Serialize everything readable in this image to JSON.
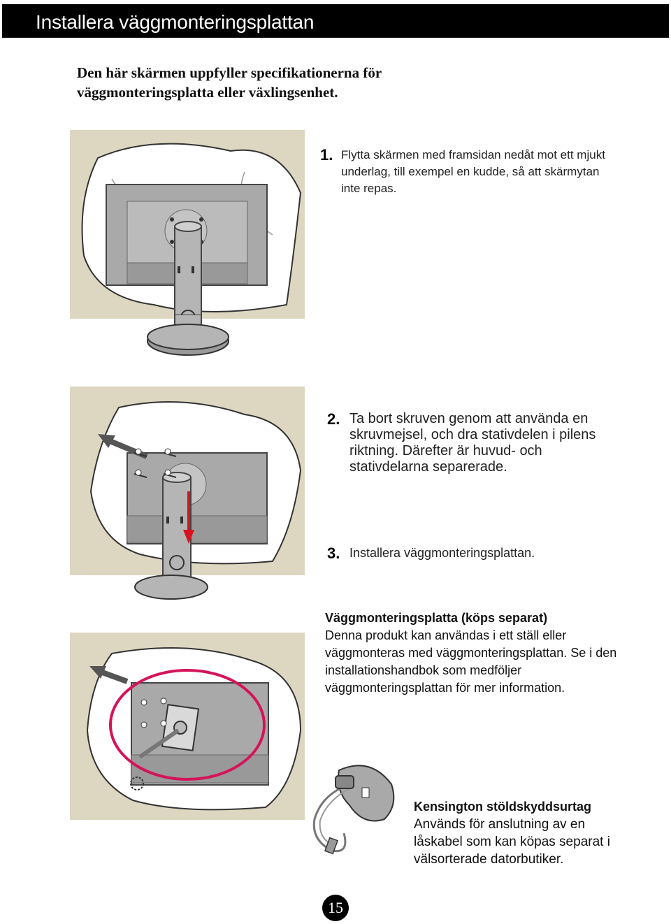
{
  "header": {
    "title": "Installera väggmonteringsplattan"
  },
  "intro": {
    "line1": "Den här skärmen uppfyller specifikationerna för",
    "line2": "väggmonteringsplatta eller växlingsenhet."
  },
  "steps": [
    {
      "number": "1.",
      "text": "Flytta skärmen med framsidan nedåt mot ett mjukt underlag, till exempel en kudde, så att skärmytan inte repas."
    },
    {
      "number": "2.",
      "text": "Ta bort skruven genom att använda en skruvmejsel, och dra stativdelen i pilens riktning. Därefter är huvud- och stativdelarna separerade."
    },
    {
      "number": "3.",
      "text": "Installera väggmonteringsplattan."
    }
  ],
  "wall_mount": {
    "title": "Väggmonteringsplatta (köps separat)",
    "text": "Denna produkt kan användas i ett ställ eller väggmonteras med väggmonteringsplattan. Se i den installationshandbok som medföljer väggmonteringsplattan för mer information."
  },
  "kensington": {
    "title": "Kensington stöldskyddsurtag",
    "text": "Används för anslutning av en låskabel som kan köpas separat i välsorterade datorbutiker."
  },
  "page_number": "15",
  "colors": {
    "background_panel": "#ddd7c2",
    "monitor_gray": "#a9a9a9",
    "arrow_red": "#d9121f",
    "circle_magenta": "#d4145a"
  }
}
